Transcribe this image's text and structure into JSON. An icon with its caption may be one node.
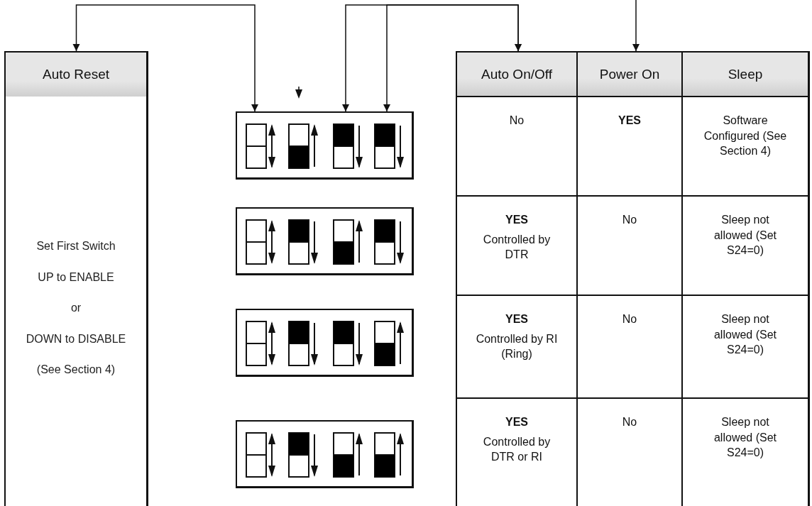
{
  "diagram": {
    "nodes": [
      {
        "text": [
          "Auto Reset",
          "Set First Switch",
          "UP to ENABLE",
          "or",
          "DOWN to DISABLE",
          "(See Section 4)"
        ]
      },
      {
        "text": [],
        "shape": "box"
      },
      {
        "text": [],
        "shape": "box"
      },
      {
        "text": [],
        "shape": "box"
      },
      {
        "text": [],
        "shape": "box"
      },
      {
        "text": [
          "Auto On/Off"
        ]
      },
      {
        "text": [
          "Power On"
        ]
      },
      {
        "text": [
          "Sleep"
        ]
      },
      {
        "text": [
          "No"
        ]
      },
      {
        "text": [
          "YES"
        ]
      },
      {
        "text": [
          "Software Configured (See Section 4)"
        ]
      },
      {
        "text": [
          "YES",
          "Controlled by DTR"
        ]
      },
      {
        "text": [
          "No"
        ]
      },
      {
        "text": [
          "Sleep not allowed (Set S24=0)"
        ]
      },
      {
        "text": [
          "YES",
          "Controlled by RI (Ring)"
        ]
      },
      {
        "text": [
          "No"
        ]
      },
      {
        "text": [
          "Sleep not allowed (Set S24=0)"
        ]
      },
      {
        "text": [
          "YES",
          "Controlled by DTR or RI"
        ]
      },
      {
        "text": [
          "No"
        ]
      },
      {
        "text": [
          "Sleep not allowed (Set S24=0)"
        ]
      }
    ],
    "edges": [
      {
        "from": 0,
        "to": 1,
        "arrow": "both"
      },
      {
        "from": 1,
        "to": 5,
        "arrow": "both"
      },
      {
        "from": 1,
        "to": 5,
        "arrow": "both"
      },
      {
        "from": null,
        "to": 6,
        "arrow": "to"
      }
    ]
  }
}
